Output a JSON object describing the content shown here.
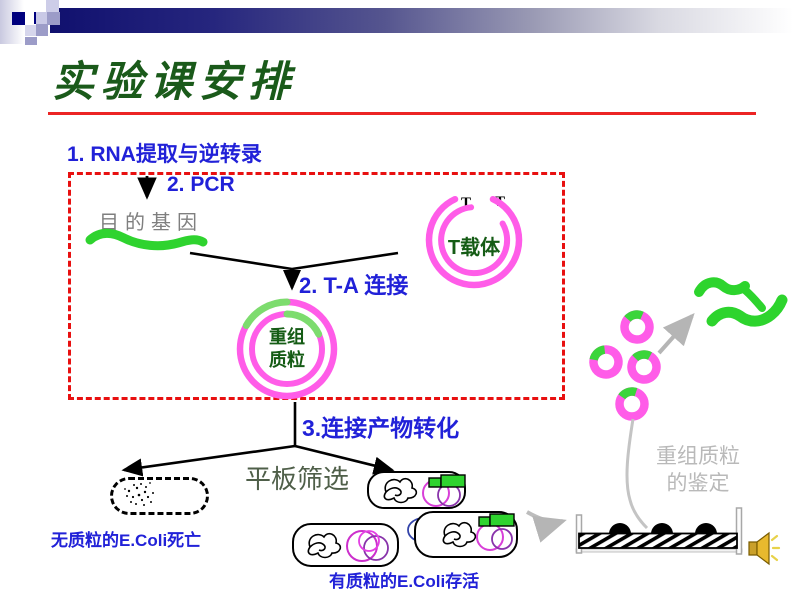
{
  "header": {
    "title": "实验课安排"
  },
  "steps": {
    "step1": "1. RNA提取与逆转录",
    "step2_pcr": "2. PCR",
    "step2_ta": "2. T-A 连接",
    "step3": "3.连接产物转化"
  },
  "diagram": {
    "target_gene": "目的基因",
    "t_vector_label": "T载体",
    "t_end_left": "T",
    "t_end_right": "T",
    "recombinant_plasmid_line1": "重组",
    "recombinant_plasmid_line2": "质粒",
    "plate_screening": "平板筛选",
    "no_plasmid_caption": "无质粒的E.Coli死亡",
    "with_plasmid_caption": "有质粒的E.Coli存活",
    "identification_line1": "重组质粒",
    "identification_line2": "的鉴定"
  },
  "colors": {
    "step_blue": "#2121d8",
    "title_green": "#1a5a1a",
    "label_green": "#155c15",
    "plasmid_magenta": "#ff5ce8",
    "insert_green": "#2fd32f",
    "gene_gray": "#7f7f7f",
    "identify_gray": "#b9b9b9",
    "dashed_box_red": "#e81010",
    "underline_red": "#ec2424",
    "plate_olive": "#4f5f49",
    "speaker_gold": "#e8b92e"
  }
}
